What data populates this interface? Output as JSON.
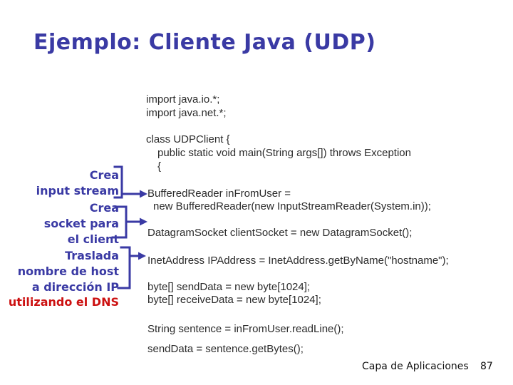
{
  "slide": {
    "title": "Ejemplo: Cliente Java (UDP)",
    "footer_label": "Capa de Aplicaciones",
    "page_number": "87"
  },
  "colors": {
    "accent_blue": "#3a3aa4",
    "annotation_red": "#cc1111",
    "code_text": "#2b2b2b",
    "background": "#ffffff"
  },
  "code": {
    "lines": [
      {
        "text": "import java.io.*;"
      },
      {
        "text": "import java.net.*;"
      },
      {
        "text": "class UDPClient {"
      },
      {
        "text": "public static void main(String args[]) throws Exception"
      },
      {
        "text": "{"
      },
      {
        "text": "BufferedReader inFromUser ="
      },
      {
        "text": "new BufferedReader(new InputStreamReader(System.in));"
      },
      {
        "text": "DatagramSocket clientSocket = new DatagramSocket();"
      },
      {
        "text": "InetAddress IPAddress = InetAddress.getByName(\"hostname\");"
      },
      {
        "text": "byte[] sendData = new byte[1024];"
      },
      {
        "text": "byte[] receiveData = new byte[1024];"
      },
      {
        "text": "String sentence = inFromUser.readLine();"
      },
      {
        "text": "sendData = sentence.getBytes();"
      }
    ]
  },
  "annotations": {
    "items": [
      {
        "text": "Crea"
      },
      {
        "text": "input stream"
      },
      {
        "text": "Crea"
      },
      {
        "text": "socket para"
      },
      {
        "text": "el client"
      },
      {
        "text": "Traslada"
      },
      {
        "text": "nombre de host"
      },
      {
        "text": "a dirección IP"
      },
      {
        "text": "utilizando el DNS"
      }
    ],
    "callouts": [
      {
        "label": "Crea input stream",
        "points_to": "BufferedReader inFromUser ="
      },
      {
        "label": "Crea socket para el client",
        "points_to": "DatagramSocket clientSocket = new DatagramSocket();"
      },
      {
        "label": "Traslada nombre de host a dirección IP utilizando el DNS",
        "points_to": "InetAddress IPAddress = InetAddress.getByName(\"hostname\");"
      }
    ]
  }
}
